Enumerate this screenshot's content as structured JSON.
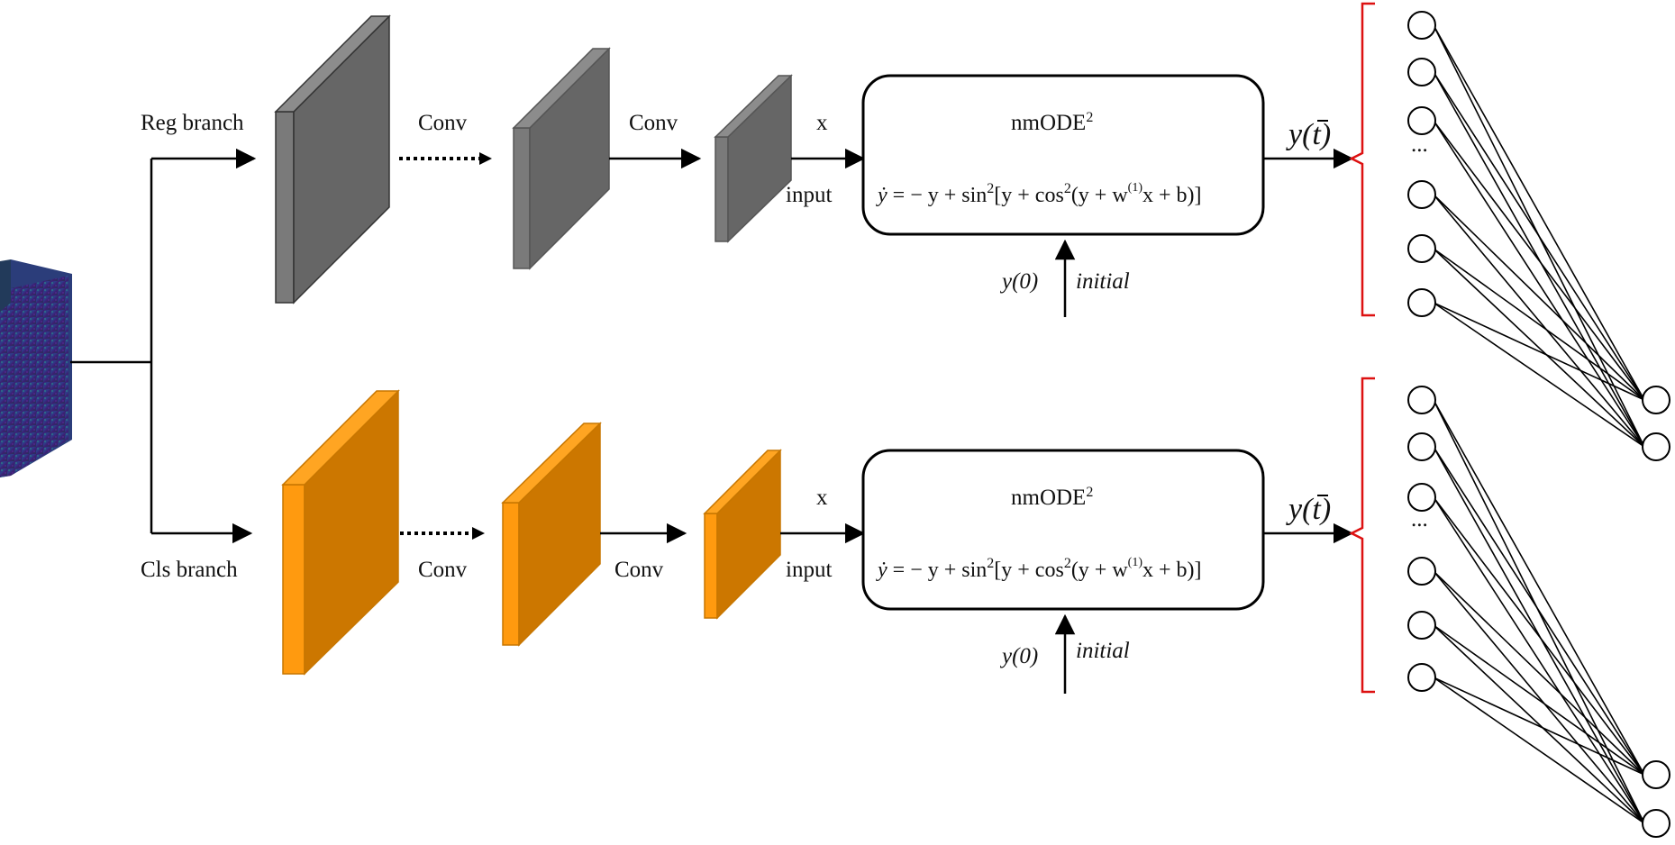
{
  "labels": {
    "reg_branch": "Reg branch",
    "cls_branch": "Cls branch",
    "conv": "Conv",
    "x": "x",
    "input": "input",
    "y0": "y(0)",
    "initial": "initial",
    "ellipsis": "..."
  },
  "ode": {
    "title": "nmODE",
    "title_sup": "2",
    "eq_ydot": "ẏ",
    "eq_a": " = − y + sin",
    "eq_sup2": "2",
    "eq_b": "[y + cos",
    "eq_c": "(y + w",
    "eq_w_sup": "(1)",
    "eq_d": "x + b)]"
  },
  "output": {
    "y": "y(",
    "t": "t",
    "close": ")"
  },
  "colors": {
    "gray_front": "#666666",
    "gray_side": "#808080",
    "orange_front": "#CC7700",
    "orange_side": "#FF9A0F",
    "brace": "#DD1111"
  }
}
